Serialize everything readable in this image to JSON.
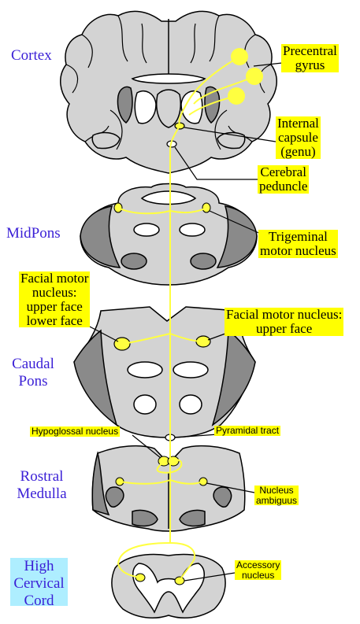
{
  "levels": {
    "cortex": "Cortex",
    "midpons": "MidPons",
    "caudal_pons": [
      "Caudal",
      "Pons"
    ],
    "rostral_medulla": [
      "Rostral",
      "Medulla"
    ],
    "high_cervical_cord": [
      "High",
      "Cervical",
      "Cord"
    ]
  },
  "labels": {
    "precentral_gyrus": [
      "Precentral",
      "gyrus"
    ],
    "internal_capsule": [
      "Internal",
      "capsule",
      "(genu)"
    ],
    "cerebral_peduncle": [
      "Cerebral",
      "peduncle"
    ],
    "trigeminal_motor_nucleus": [
      "Trigeminal",
      "motor nucleus"
    ],
    "facial_motor_nucleus_left": [
      "Facial motor",
      "nucleus:",
      "upper face",
      "lower face"
    ],
    "facial_motor_nucleus_right": [
      "Facial motor nucleus:",
      "upper face"
    ],
    "hypoglossal_nucleus": "Hypoglossal nucleus",
    "pyramidal_tract": "Pyramidal tract",
    "nucleus_ambiguus": [
      "Nucleus",
      "ambiguus"
    ],
    "accessory_nucleus": [
      "Accessory",
      "nucleus"
    ]
  },
  "colors": {
    "pathway": "#ffff40",
    "label_bg": "#ffff00",
    "tissue": "#d3d3d3",
    "dark_tissue": "#8a8a8a",
    "level_text": "#3a1fd6",
    "cord_box": "#aeeeff"
  }
}
